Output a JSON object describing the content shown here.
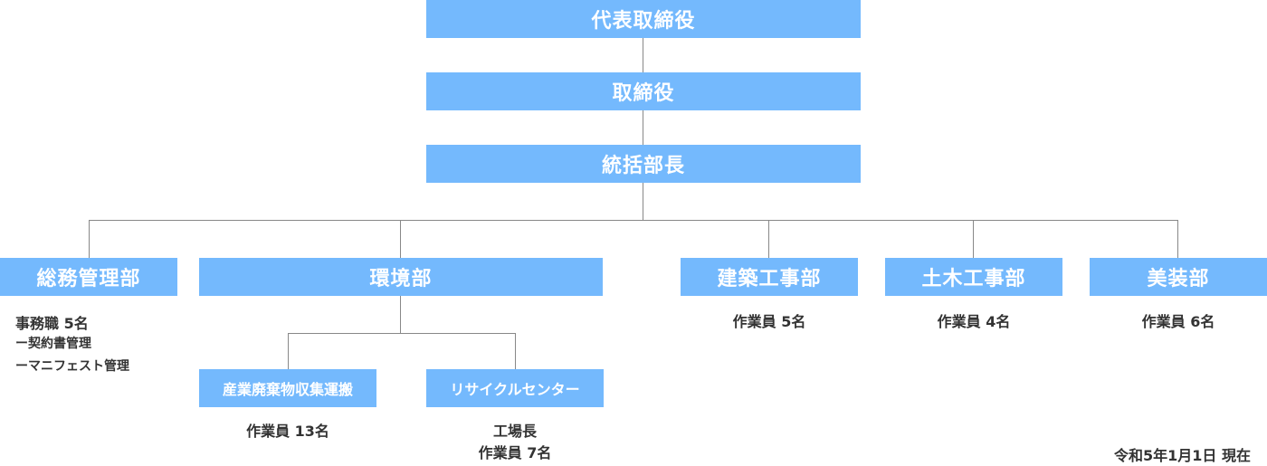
{
  "top": {
    "ceo": "代表取締役",
    "director": "取締役",
    "general_manager": "統括部長"
  },
  "departments": {
    "general_affairs": {
      "label": "総務管理部",
      "notes": [
        "事務職  5名",
        "ー契約書管理",
        "ーマニフェスト管理"
      ]
    },
    "environment": {
      "label": "環境部",
      "sub_units": [
        {
          "label": "産業廃棄物収集運搬",
          "notes": [
            "作業員 13名"
          ]
        },
        {
          "label": "リサイクルセンター",
          "notes": [
            "工場長",
            "作業員  7名"
          ]
        }
      ]
    },
    "construction": {
      "label": "建築工事部",
      "staff": "作業員 5名"
    },
    "civil": {
      "label": "土木工事部",
      "staff": "作業員 4名"
    },
    "interior": {
      "label": "美装部",
      "staff": "作業員 6名"
    }
  },
  "as_of": "令和5年1月1日 現在",
  "colors": {
    "box": "#74b9fd",
    "line": "#888888",
    "text": "#333333"
  }
}
